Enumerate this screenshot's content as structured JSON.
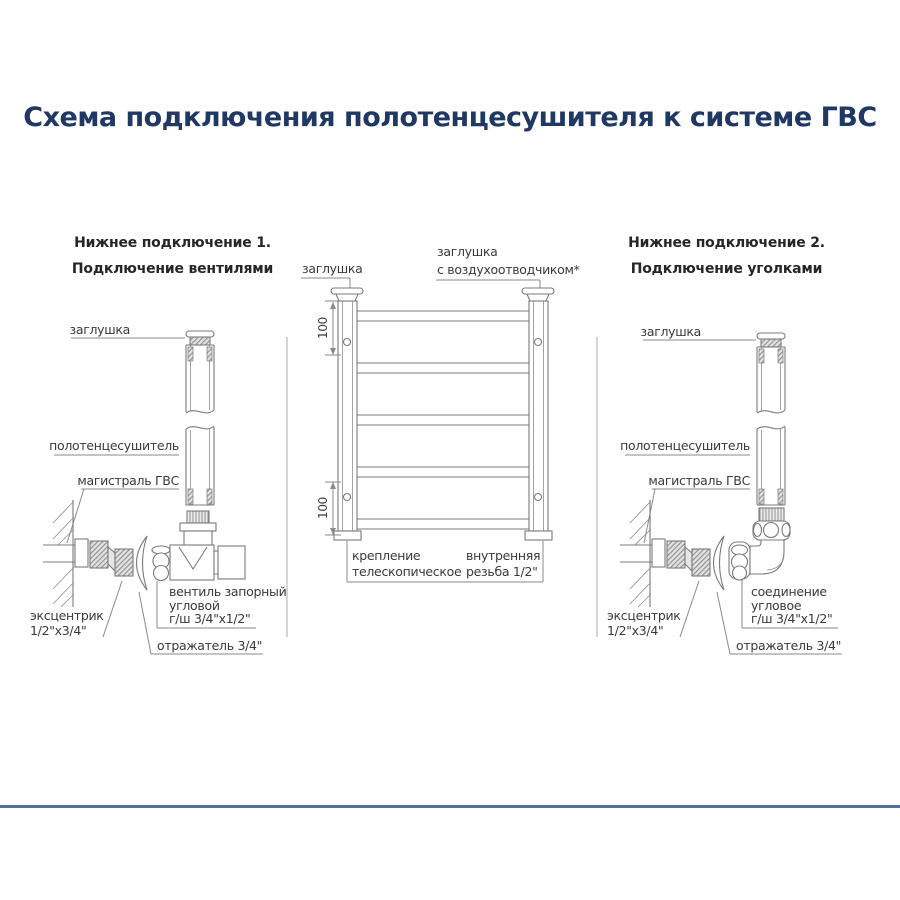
{
  "title": "Схема подключения полотенцесушителя к системе ГВС",
  "left": {
    "heading_line1": "Нижнее подключение 1.",
    "heading_line2": "Подключение вентилями",
    "plug_label": "заглушка",
    "towel_label": "полотенцесушитель",
    "main_label": "магистраль ГВС",
    "eccentric_line1": "эксцентрик",
    "eccentric_line2": "1/2\"х3/4\"",
    "fitting_line1": "вентиль запорный",
    "fitting_line2": "угловой",
    "fitting_line3": "г/ш 3/4\"х1/2\"",
    "reflector_label": "отражатель 3/4\""
  },
  "center": {
    "plug_left_label": "заглушка",
    "plug_right_line1": "заглушка",
    "plug_right_line2": "с воздухоотводчиком*",
    "dim_top": "100",
    "dim_bottom": "100",
    "bracket_line1": "крепление",
    "bracket_line2": "телескопическое",
    "thread_line1": "внутренняя",
    "thread_line2": "резьба 1/2\""
  },
  "right": {
    "heading_line1": "Нижнее подключение 2.",
    "heading_line2": "Подключение уголками",
    "plug_label": "заглушка",
    "towel_label": "полотенцесушитель",
    "main_label": "магистраль ГВС",
    "eccentric_line1": "эксцентрик",
    "eccentric_line2": "1/2\"х3/4\"",
    "fitting_line1": "соединение",
    "fitting_line2": "угловое",
    "fitting_line3": "г/ш 3/4\"х1/2\"",
    "reflector_label": "отражатель 3/4\""
  },
  "colors": {
    "title_text": "#1f3864",
    "label_text": "#3a3a3a",
    "line_art": "#7b7b7b",
    "column_divider": "#ababab",
    "bottom_rule": "#527399"
  }
}
